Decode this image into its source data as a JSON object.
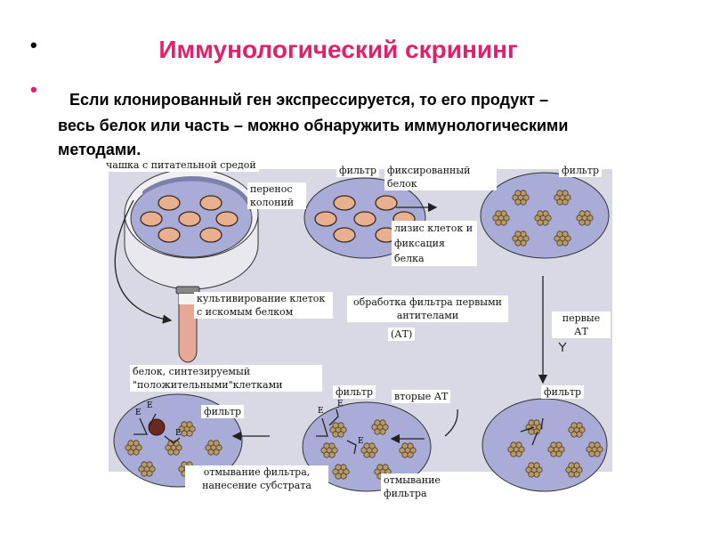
{
  "slide": {
    "title": "Иммунологический скрининг",
    "bullet_black": "•",
    "bullet_pink": "•",
    "text_lines": [
      "Если клонированный ген экспрессируется, то его продукт –",
      "весь белок или часть – можно обнаружить иммунологическими",
      "методами."
    ]
  },
  "diagram": {
    "labels": {
      "dish": "чашка с питательной средой",
      "transfer": "перенос колоний",
      "filter_1": "фильтр",
      "fixed_protein": "фиксированный белок",
      "filter_2": "фильтр",
      "lysis": "лизис клеток и фиксация белка",
      "cultivation": "культивирование клеток с искомым белком",
      "treatment": "обработка фильтра первыми антителами",
      "at": "(АТ)",
      "first_at": "первые АТ",
      "protein_positive": "белок, синтезируемый \"положительными\"клетками",
      "filter_3": "фильтр",
      "filter_4": "фильтр",
      "second_at": "вторые АТ",
      "filter_5": "фильтр",
      "wash_substrate": "отмывание фильтра, нанесение субстрата",
      "wash": "отмывание фильтра"
    },
    "colors": {
      "background": "#d9d9e6",
      "filter": "#a9acd6",
      "colony": "#e8b08e",
      "protein": "#b89a6a",
      "title": "#e0206a"
    }
  }
}
